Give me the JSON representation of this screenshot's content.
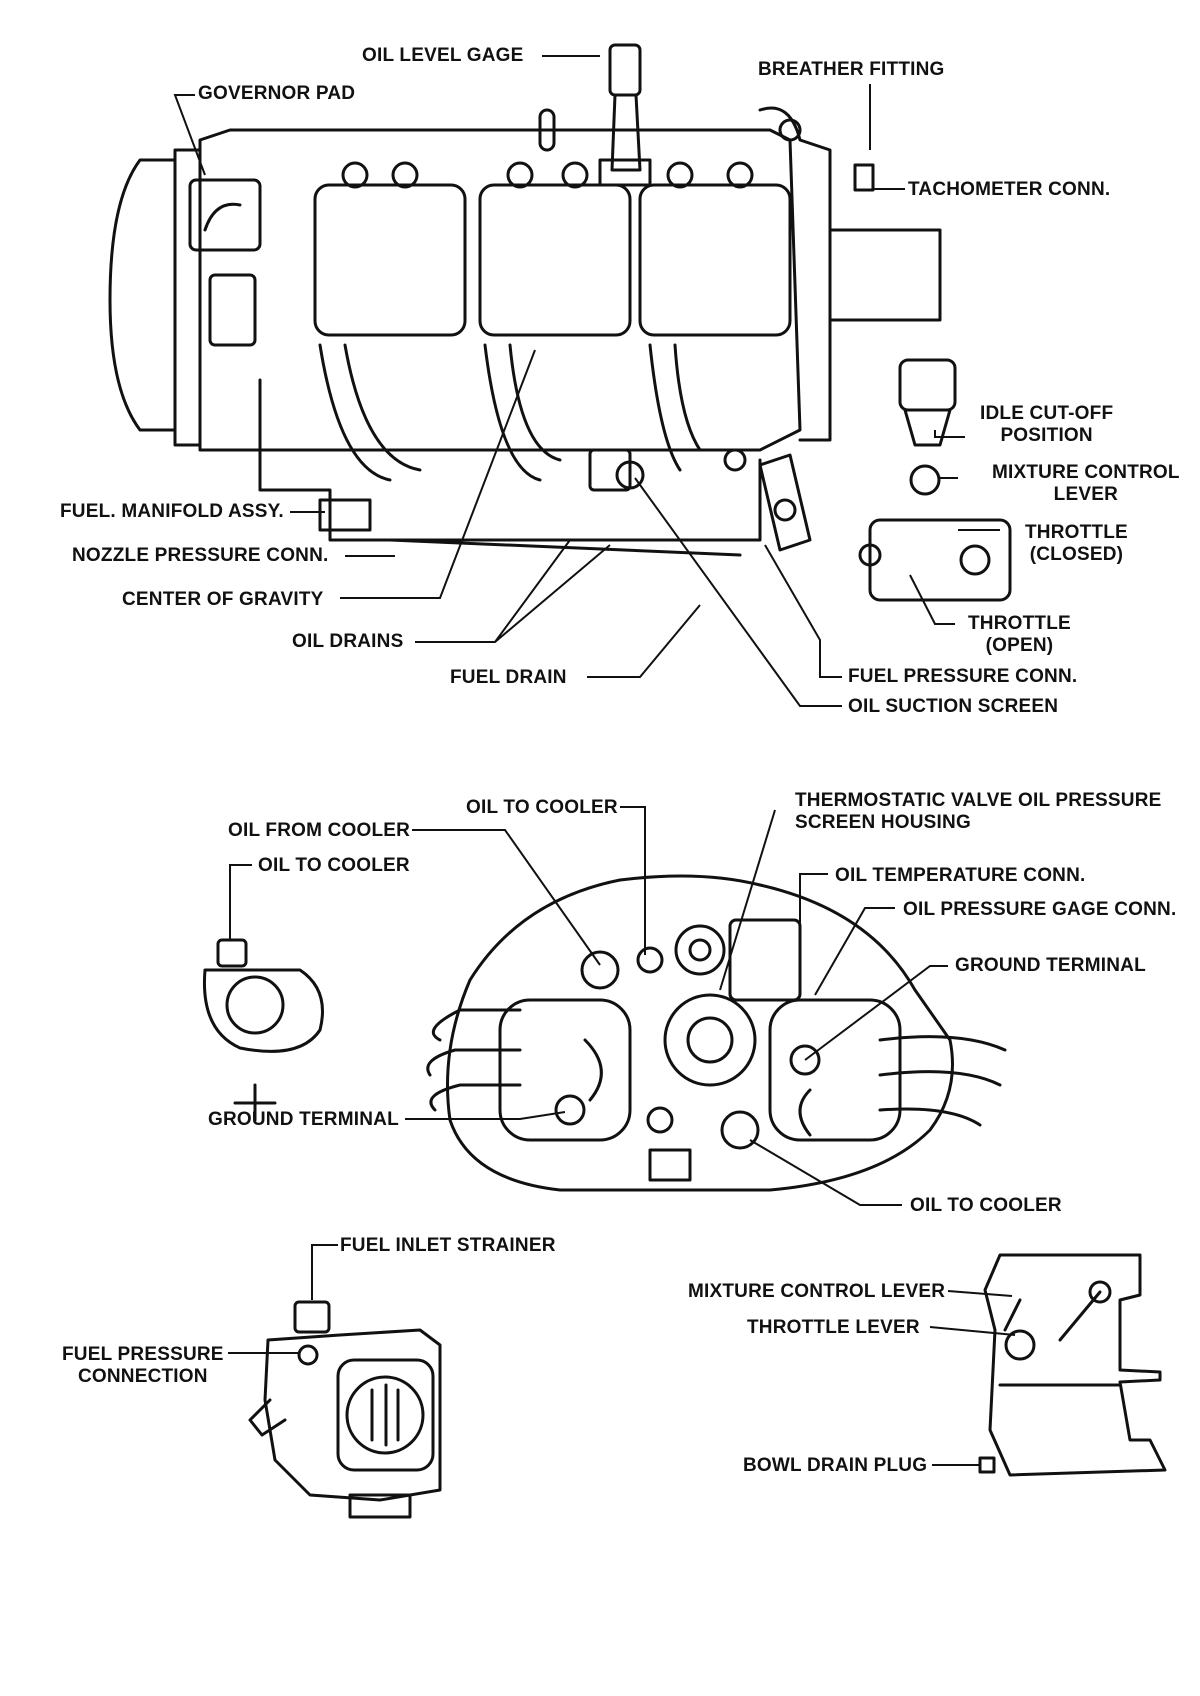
{
  "engine_side_view": {
    "labels": {
      "oil_level_gage": "OIL LEVEL GAGE",
      "breather_fitting": "BREATHER FITTING",
      "governor_pad": "GOVERNOR PAD",
      "tachometer_conn": "TACHOMETER CONN.",
      "idle_cut_off_position": "IDLE CUT-OFF\nPOSITION",
      "mixture_control_lever": "MIXTURE CONTROL\nLEVER",
      "throttle_closed": "THROTTLE\n(CLOSED)",
      "throttle_open": "THROTTLE\n(OPEN)",
      "fuel_manifold_assy": "FUEL. MANIFOLD ASSY.",
      "nozzle_pressure_conn": "NOZZLE PRESSURE CONN.",
      "center_of_gravity": "CENTER OF GRAVITY",
      "oil_drains": "OIL DRAINS",
      "fuel_drain": "FUEL DRAIN",
      "fuel_pressure_conn": "FUEL PRESSURE CONN.",
      "oil_suction_screen": "OIL SUCTION SCREEN"
    }
  },
  "engine_rear_view": {
    "labels": {
      "oil_to_cooler_top": "OIL TO COOLER",
      "thermostatic_valve": "THERMOSTATIC VALVE OIL PRESSURE\nSCREEN HOUSING",
      "oil_from_cooler": "OIL FROM COOLER",
      "oil_to_cooler_left": "OIL TO COOLER",
      "oil_temperature_conn": "OIL TEMPERATURE CONN.",
      "oil_pressure_gage_conn": "OIL PRESSURE GAGE CONN.",
      "ground_terminal_right": "GROUND TERMINAL",
      "ground_terminal_left": "GROUND TERMINAL",
      "oil_to_cooler_bottom": "OIL TO COOLER"
    }
  },
  "fuel_injector_view": {
    "labels": {
      "fuel_inlet_strainer": "FUEL INLET STRAINER",
      "fuel_pressure_connection": "FUEL PRESSURE\nCONNECTION"
    }
  },
  "carburetor_view": {
    "labels": {
      "mixture_control_lever": "MIXTURE CONTROL LEVER",
      "throttle_lever": "THROTTLE LEVER",
      "bowl_drain_plug": "BOWL DRAIN PLUG"
    }
  }
}
